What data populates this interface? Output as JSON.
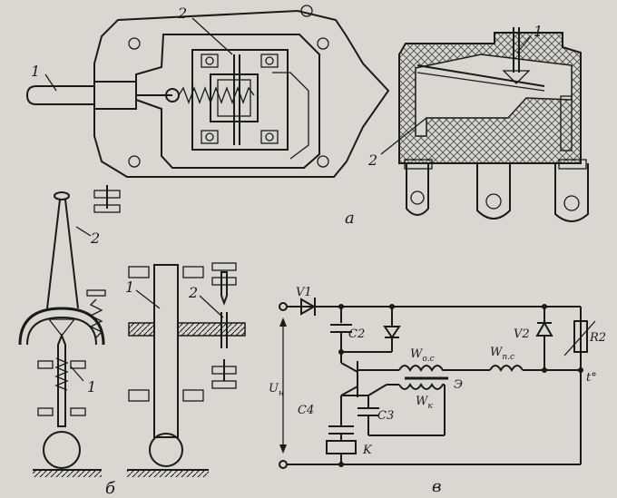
{
  "colors": {
    "paper": "#d9d7d0",
    "ink": "#1a1a1a",
    "hatch": "#5a5a5a"
  },
  "panel_a": {
    "label": "а",
    "callouts": [
      "1",
      "2",
      "2",
      "1"
    ]
  },
  "panel_b": {
    "label": "б",
    "callouts": [
      "2",
      "1",
      "1",
      "2"
    ]
  },
  "panel_c": {
    "label": "в",
    "components": {
      "v1": "V1",
      "v2": "V2",
      "c2": "C2",
      "c3": "C3",
      "c4": "C4",
      "r2": "R2",
      "k": "K",
      "e": "Э",
      "wk": "W",
      "wk_sub": "к",
      "woc": "W",
      "woc_sub": "о.с",
      "wpc": "W",
      "wpc_sub": "п.с",
      "un": "U",
      "un_sub": "н",
      "temp": "t°"
    }
  }
}
